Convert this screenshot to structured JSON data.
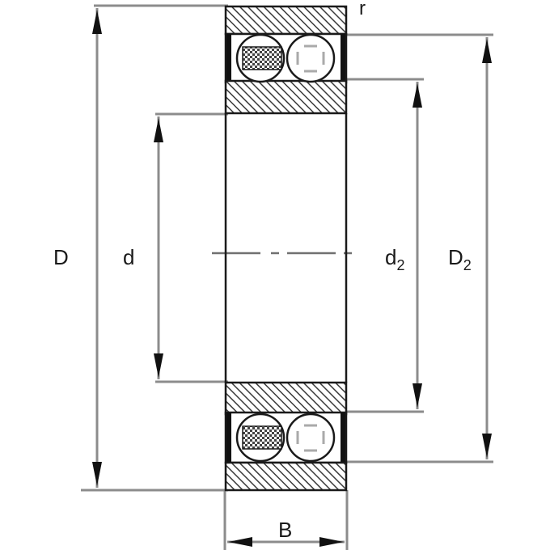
{
  "diagram": {
    "type": "bearing-cross-section",
    "subject": "Double-row self-aligning ball bearing",
    "colors": {
      "outline": "#1a1a1a",
      "dimension_line": "#8c8c8c",
      "hatch": "#3a3a3a",
      "background": "#ffffff"
    }
  },
  "labels": {
    "D": {
      "main": "D",
      "sub": ""
    },
    "d": {
      "main": "d",
      "sub": ""
    },
    "d2": {
      "main": "d",
      "sub": "2"
    },
    "D2": {
      "main": "D",
      "sub": "2"
    },
    "B": {
      "main": "B",
      "sub": ""
    },
    "r": {
      "main": "r",
      "sub": ""
    }
  }
}
